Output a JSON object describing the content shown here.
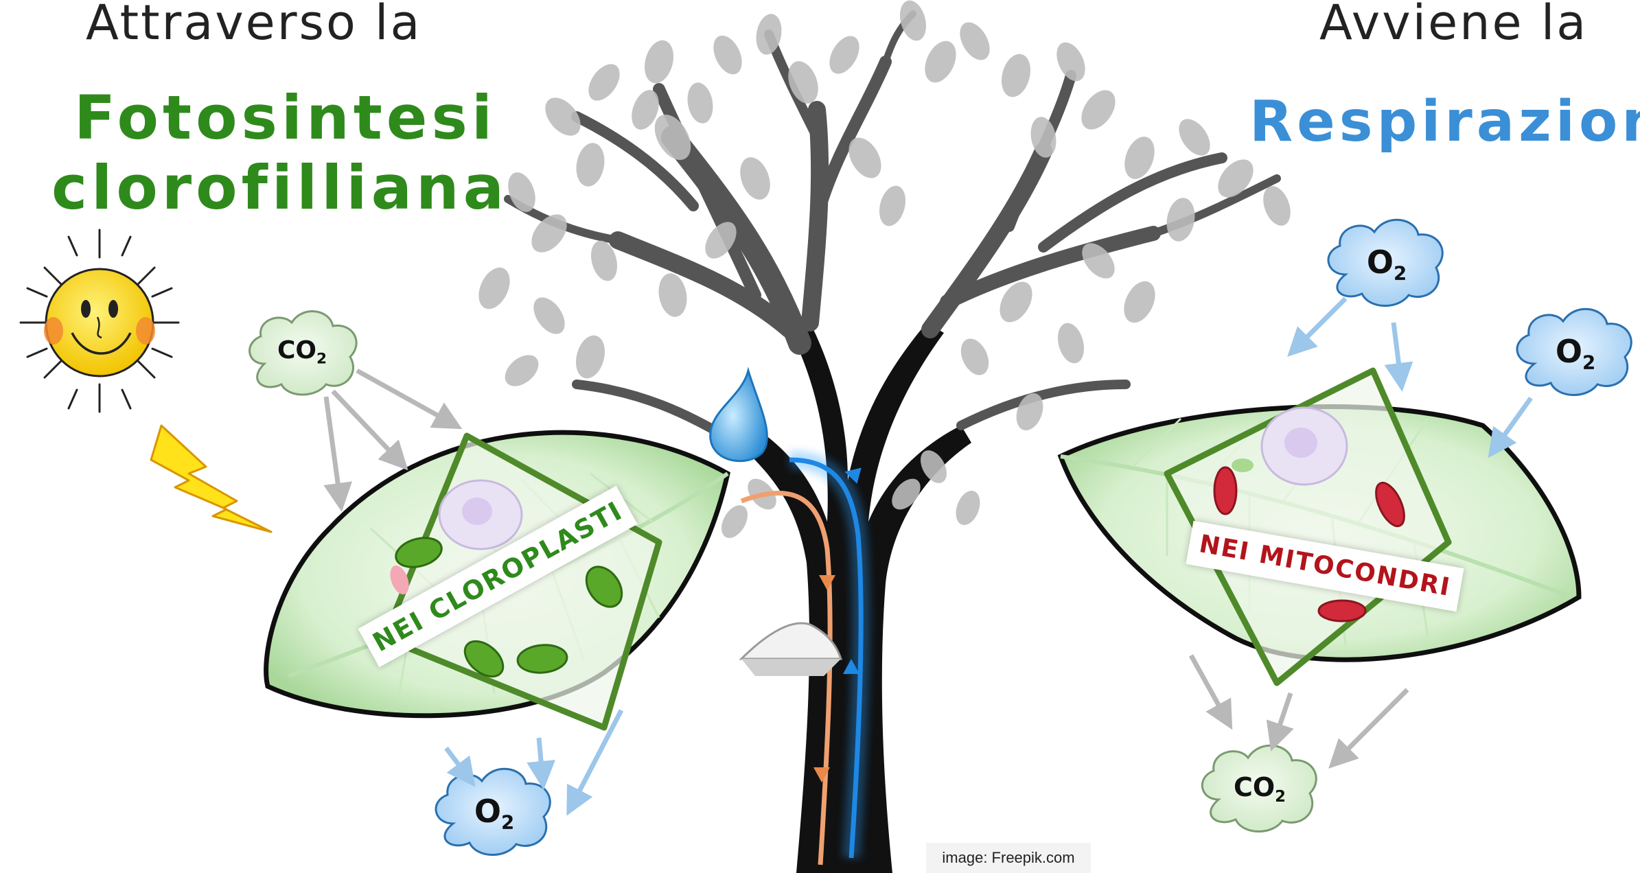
{
  "left": {
    "intro": "Attraverso la",
    "process_line1": "Fotosintesi",
    "process_line2": "clorofilliana",
    "banner": "NEI CLOROPLASTI",
    "cloud_in": {
      "main": "CO",
      "sub": "2"
    },
    "cloud_out": {
      "main": "O",
      "sub": "2"
    },
    "color": "#2f8a1c"
  },
  "right": {
    "intro": "Avviene la",
    "process": "Respirazion",
    "banner": "NEI MITOCONDRI",
    "cloud_in_1": {
      "main": "O",
      "sub": "2"
    },
    "cloud_in_2": {
      "main": "O",
      "sub": "2"
    },
    "cloud_out": {
      "main": "CO",
      "sub": "2"
    },
    "color": "#3b8fd6",
    "banner_color": "#b3141b"
  },
  "credit": "image: Freepik.com",
  "icons": [
    "sun-icon",
    "lightning-icon",
    "water-drop-icon",
    "mineral-salt-icon",
    "tree-icon"
  ]
}
